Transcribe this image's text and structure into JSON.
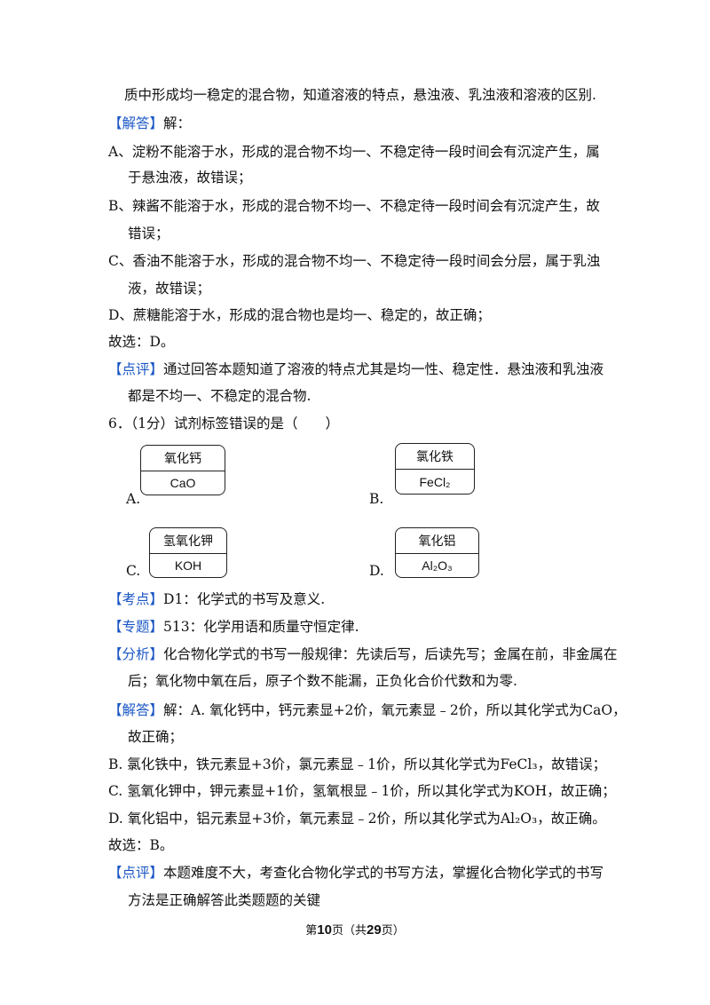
{
  "lines": [
    {
      "id": "l1",
      "text": "质中形成均一稳定的混合物，知道溶液的特点，悬浊液、乳浊液和溶液的区别."
    },
    {
      "id": "l2",
      "text": "解："
    },
    {
      "id": "l3",
      "text": "A、淀粉不能溶于水，形成的混合物不均一、不稳定待一段时间会有沉淀产生，属"
    },
    {
      "id": "l4",
      "text": "于悬浊液，故错误；"
    },
    {
      "id": "l5",
      "text": "B、辣酱不能溶于水，形成的混合物不均一、不稳定待一段时间会有沉淀产生，故"
    },
    {
      "id": "l6",
      "text": "错误；"
    },
    {
      "id": "l7",
      "text": "C、香油不能溶于水，形成的混合物不均一、不稳定待一段时间会分层，属于乳浊"
    },
    {
      "id": "l8",
      "text": "液，故错误；"
    },
    {
      "id": "l9",
      "text": "D、蔗糖能溶于水，形成的混合物也是均一、稳定的，故正确；"
    },
    {
      "id": "l10",
      "text": "故选：D。"
    },
    {
      "id": "l11",
      "text": "通过回答本题知道了溶液的特点尤其是均一性、稳定性．悬浊液和乳浊液"
    },
    {
      "id": "l12",
      "text": "都是不均一、不稳定的混合物."
    },
    {
      "id": "l13",
      "text": "6．（1分）试剂标签错误的是（　　）"
    },
    {
      "id": "l14",
      "text": "D1：化学式的书写及意义."
    },
    {
      "id": "l15",
      "text": "513：化学用语和质量守恒定律."
    },
    {
      "id": "l16",
      "text": "化合物化学式的书写一般规律：先读后写，后读先写；金属在前，非金属在"
    },
    {
      "id": "l17",
      "text": "后；氧化物中氧在后，原子个数不能漏，正负化合价代数和为零."
    },
    {
      "id": "l18",
      "text": "解：A. 氧化钙中，钙元素显+2价，氧元素显﹣2价，所以其化学式为CaO，"
    },
    {
      "id": "l19",
      "text": "故正确；"
    },
    {
      "id": "l20",
      "text": "B. 氯化铁中，铁元素显+3价，氯元素显﹣1价，所以其化学式为FeCl₃，故错误；"
    },
    {
      "id": "l21",
      "text": "C. 氢氧化钾中，钾元素显+1价，氢氧根显﹣1价，所以其化学式为KOH，故正确；"
    },
    {
      "id": "l22",
      "text": "D. 氧化铝中，铝元素显+3价，氧元素显﹣2价，所以其化学式为Al₂O₃，故正确。"
    },
    {
      "id": "l23",
      "text": "故选：B。"
    },
    {
      "id": "l24",
      "text": "本题难度不大，考查化合物化学式的书写方法，掌握化合物化学式的书写"
    },
    {
      "id": "l25",
      "text": "方法是正确解答此类题题的关键"
    }
  ],
  "tags": {
    "jieda1": "【解答】",
    "dianping1": "【点评】",
    "kaodian": "【考点】",
    "zhuanti": "【专题】",
    "fenxi": "【分析】",
    "jieda2": "【解答】",
    "dianping2": "【点评】"
  },
  "options": {
    "a": {
      "letter": "A.",
      "name": "氧化钙",
      "formula": "CaO"
    },
    "b": {
      "letter": "B.",
      "name": "氯化铁",
      "formula": "FeCl₂"
    },
    "c": {
      "letter": "C.",
      "name": "氢氧化钾",
      "formula": "KOH"
    },
    "d": {
      "letter": "D.",
      "name": "氧化铝",
      "formula": "Al₂O₃"
    }
  },
  "footer": {
    "prefix": "第",
    "page": "10",
    "mid": "页（共",
    "total": "29",
    "suffix": "页）"
  }
}
